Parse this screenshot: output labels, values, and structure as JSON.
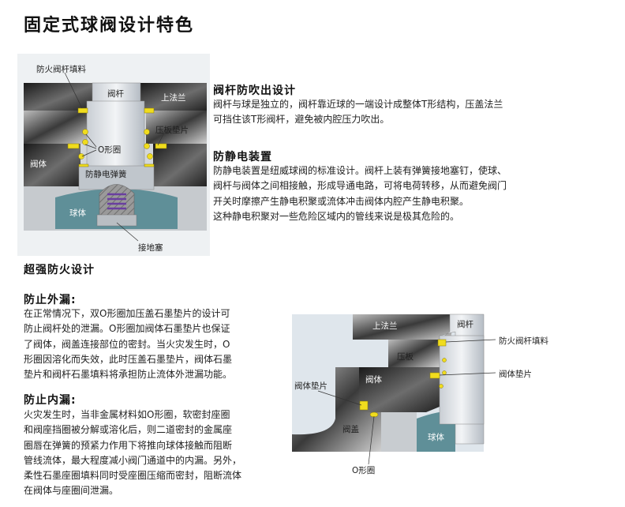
{
  "title": "固定式球阀设计特色",
  "stem_blowout": {
    "heading": "阀杆防吹出设计",
    "lines": [
      "阀杆与球是独立的，阀杆靠近球的一端设计成整体T形结构，压盖法兰",
      "可挡住该T形阀杆，避免被内腔压力吹出。"
    ]
  },
  "antistatic": {
    "heading": "防静电装置",
    "lines": [
      "防静电装置是纽威球阀的标准设计。阀杆上装有弹簧接地塞钉，使球、",
      "阀杆与阀体之间相接触，形成导通电路，可将电荷转移，从而避免阀门",
      "开关时摩擦产生静电积聚或流体冲击阀体内腔产生静电积聚。",
      "这种静电积聚对一些危险区域内的管线来说是极其危险的。"
    ]
  },
  "fire_safe": {
    "heading": "超强防火设计",
    "external": {
      "heading": "防止外漏:",
      "lines": [
        "在正常情况下，双O形圈加压盖石墨垫片的设计可",
        "防止阀杆处的泄漏。O形圈加阀体石墨垫片也保证",
        "了阀体，阀盖连接部位的密封。当火灾发生时，O",
        "形圈因溶化而失效，此时压盖石墨垫片，阀体石墨",
        "垫片和阀杆石墨填料将承担防止流体外泄漏功能。"
      ]
    },
    "internal": {
      "heading": "防止内漏:",
      "lines": [
        "火灾发生时，当非金属材料如O形圈，软密封座圈",
        "和阀座挡圈被分解或溶化后，则二道密封的金属座",
        "圈唇在弹簧的预紧力作用下将推向球体接触而阻断",
        "管线流体，最大程度减小阀门通道中的内漏。另外，",
        "柔性石墨座圈填料同时受座圈压缩而密封，阻断流体",
        "在阀体与座圈间泄漏。"
      ]
    }
  },
  "diagram1": {
    "labels": {
      "fire_packing": "防火阀杆填料",
      "stem": "阀杆",
      "upper_flange": "上法兰",
      "gland_gasket": "压板垫片",
      "o_ring": "O形圈",
      "body": "阀体",
      "antistatic_spring": "防静电弹簧",
      "ball": "球体",
      "ground_plug": "接地塞"
    }
  },
  "diagram2": {
    "labels": {
      "upper_flange": "上法兰",
      "stem": "阀杆",
      "fire_packing": "防火阀杆填料",
      "gland": "压板",
      "body": "阀体",
      "body_gasket_right": "阀体垫片",
      "body_gasket_left": "阀体垫片",
      "bonnet": "阀盖",
      "ball": "球体",
      "o_ring": "O形圈"
    }
  },
  "colors": {
    "gasket": "#f0dc1e",
    "ball": "#5f8f98",
    "spring": "#6a3fa0"
  }
}
